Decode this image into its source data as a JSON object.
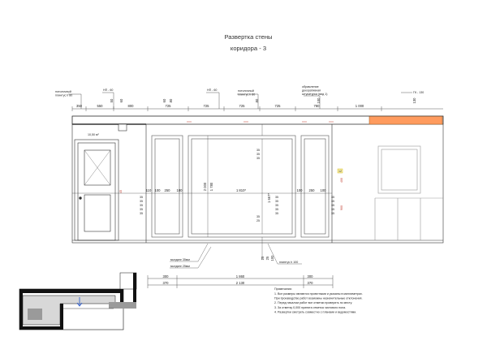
{
  "title": {
    "line1": "Развертка стены",
    "line2": "коридора - 3"
  },
  "callouts": {
    "ceiling_left": "потолочный\nплинтус h 80",
    "np60_left": "НП - 60",
    "np60_mid": "НП - 60",
    "ceiling_mid": "потолочный\nплинтус h 80",
    "decor_molding": "обрамление\nдекоративная\nштукатурка (вид 1)",
    "gk130": "ГК - 130",
    "molding_35": "молдинг 35мм",
    "molding_25": "молдинг 25мм",
    "baseboard_100": "плинтус h 100",
    "area_label": "10,50 м²"
  },
  "top_dims": [
    "350",
    "550",
    "800",
    "725",
    "725",
    "725",
    "725",
    "780",
    "1 000"
  ],
  "top_small": [
    "50",
    "60",
    "60",
    "80",
    "80",
    "100",
    "130"
  ],
  "panel_dims": {
    "center_width": "1 810*",
    "center_height": "1 667*",
    "outer_height": "2 000",
    "frame_right": "1 780",
    "left_offsets": [
      "110",
      "100",
      "250",
      "100"
    ],
    "left_small": [
      "35",
      "35",
      "35",
      "35",
      "35"
    ],
    "right_offsets": [
      "100",
      "250",
      "100"
    ],
    "right_small": [
      "35",
      "35",
      "35",
      "35",
      "35"
    ],
    "mid_small": [
      "35",
      "35",
      "35",
      "35",
      "35"
    ],
    "bottom_small": [
      "25",
      "25",
      "100"
    ],
    "red_left": [
      "45"
    ],
    "red_right": [
      "900",
      "400"
    ],
    "yellow_tag": "12"
  },
  "bottom_dims": {
    "row1": [
      "300",
      "1 860",
      "300"
    ],
    "row2": [
      "370",
      "2 130",
      "370"
    ]
  },
  "notes": {
    "heading": "Примечания:",
    "items": [
      "1. Все размеры являются проектными и указаны в миллиметрах.",
      "При производстве работ возможны незначительные отклонения.",
      "2. Перед началом работ все отметки проверить по месту.",
      "3. За отметку 0,000 принята отметка чистового пола.",
      "4. Развертки смотреть совместно с планами и ведомостями."
    ]
  },
  "colors": {
    "line": "#333333",
    "dim_red": "#c0392b",
    "light_box": "#ff9b5e",
    "wall_fill": "#111111",
    "molding": "#555555",
    "floor_area": "#9a9a9a"
  }
}
